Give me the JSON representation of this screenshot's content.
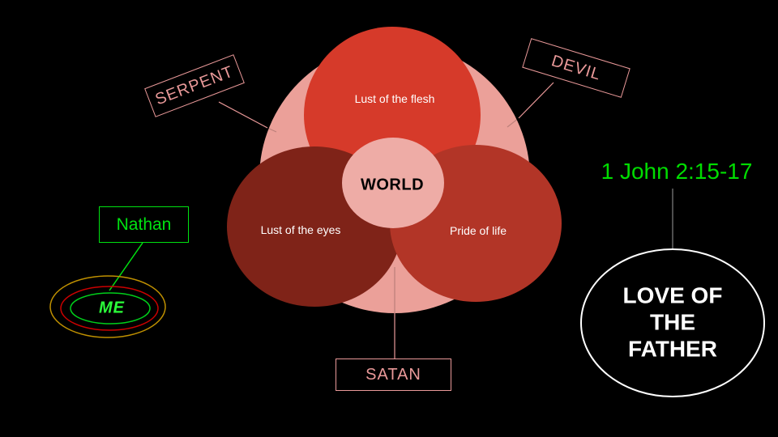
{
  "diagram": {
    "venn": {
      "center_label": "WORLD",
      "top_circle_label": "Lust of the flesh",
      "left_circle_label": "Lust of the eyes",
      "right_circle_label": "Pride of life"
    },
    "callouts": {
      "serpent": "SERPENT",
      "devil": "DEVIL",
      "satan": "SATAN"
    },
    "person": {
      "name_box": "Nathan",
      "me_label": "ME"
    },
    "scripture": {
      "verse": "1 John 2:15-17",
      "love_line1": "LOVE OF",
      "love_line2": "THE FATHER"
    },
    "colors": {
      "background": "#000000",
      "outer_circle_pink": "#eba099",
      "center_circle_pink": "#eeaca6",
      "top_circle_red": "#d63a2a",
      "left_circle_dark_red": "#7f2318",
      "right_circle_red": "#b23527",
      "callout_pink": "#ea9999",
      "green": "#00e211",
      "verse_green": "#00dd00",
      "me_ring_outer": "#bf9000",
      "me_ring_middle": "#cc0000",
      "me_ring_inner": "#00cf1b",
      "love_ellipse_white": "#ffffff"
    }
  }
}
